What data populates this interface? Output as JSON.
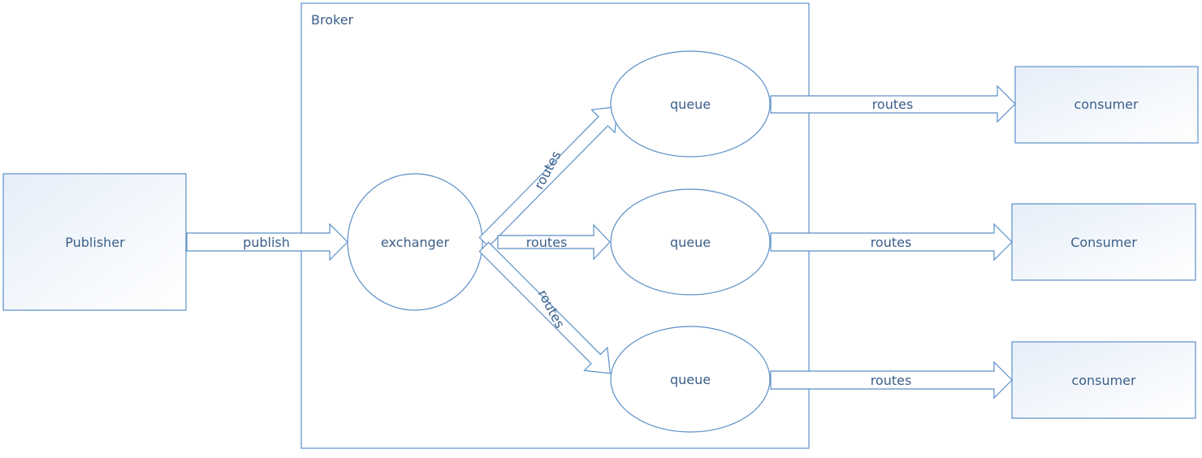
{
  "diagram": {
    "broker": {
      "title": "Broker"
    },
    "publisher": {
      "label": "Publisher"
    },
    "exchanger": {
      "label": "exchanger"
    },
    "edges": {
      "publish": "publish",
      "ex_q1": "routes",
      "ex_q2": "routes",
      "ex_q3": "routes",
      "q1_c1": "routes",
      "q2_c2": "routes",
      "q3_c3": "routes"
    },
    "queues": [
      {
        "label": "queue"
      },
      {
        "label": "queue"
      },
      {
        "label": "queue"
      }
    ],
    "consumers": [
      {
        "label": "consumer"
      },
      {
        "label": "Consumer"
      },
      {
        "label": "consumer"
      }
    ]
  },
  "colors": {
    "stroke": "#5b8fc7",
    "text": "#3a5f8a",
    "fill_light": "#eef3fa",
    "fill_white": "#ffffff"
  }
}
